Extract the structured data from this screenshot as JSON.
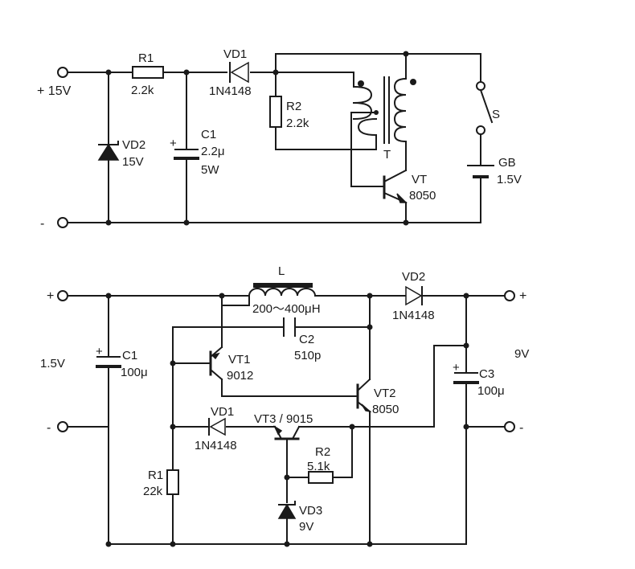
{
  "circuit_top": {
    "input_plus": "+ 15V",
    "input_minus": "-",
    "r1": {
      "ref": "R1",
      "value": "2.2k"
    },
    "vd1": {
      "ref": "VD1",
      "value": "1N4148"
    },
    "r2": {
      "ref": "R2",
      "value": "2.2k"
    },
    "vd2": {
      "ref": "VD2",
      "value": "15V"
    },
    "c1": {
      "ref": "C1",
      "value": "2.2μ",
      "rating": "5W"
    },
    "transformer": {
      "ref": "T"
    },
    "transistor": {
      "ref": "VT",
      "value": "8050"
    },
    "switch": {
      "ref": "S"
    },
    "battery": {
      "ref": "GB",
      "value": "1.5V"
    }
  },
  "circuit_bottom": {
    "input_plus": "+",
    "input_minus": "-",
    "input_voltage": "1.5V",
    "inductor": {
      "ref": "L",
      "value": "200～400μH"
    },
    "vd2": {
      "ref": "VD2",
      "value": "1N4148"
    },
    "output_plus": "+",
    "output_minus": "-",
    "output_voltage": "9V",
    "c1": {
      "ref": "C1",
      "value": "100μ"
    },
    "c2": {
      "ref": "C2",
      "value": "510p"
    },
    "c3": {
      "ref": "C3",
      "value": "100μ"
    },
    "vt1": {
      "ref": "VT1",
      "value": "9012"
    },
    "vt2": {
      "ref": "VT2",
      "value": "8050"
    },
    "vt3": {
      "label": "VT3 / 9015"
    },
    "vd1": {
      "ref": "VD1",
      "value": "1N4148"
    },
    "r1": {
      "ref": "R1",
      "value": "22k"
    },
    "r2": {
      "ref": "R2",
      "value": "5.1k"
    },
    "vd3": {
      "ref": "VD3",
      "value": "9V"
    }
  }
}
